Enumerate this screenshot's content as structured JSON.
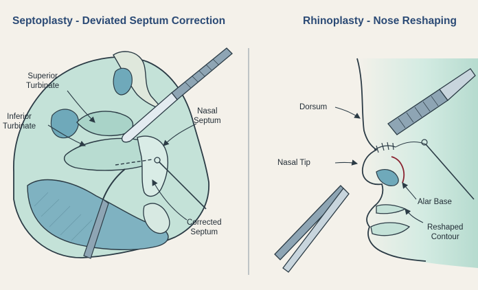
{
  "left_panel": {
    "title": "Septoplasty - Deviated Septum Correction",
    "labels": {
      "superior_turbinate": [
        "Superior",
        "Turbinate"
      ],
      "inferior_turbinate": [
        "Inferior",
        "Turbinate"
      ],
      "nasal_septum": [
        "Nasal",
        "Septum"
      ],
      "corrected_septum": [
        "Corrected",
        "Septum"
      ]
    }
  },
  "right_panel": {
    "title": "Rhinoplasty - Nose Reshaping",
    "labels": {
      "dorsum": [
        "Dorsum"
      ],
      "nasal_tip": [
        "Nasal Tip"
      ],
      "alar_base": [
        "Alar Base"
      ],
      "reshaped_contour": [
        "Reshaped",
        "Contour"
      ]
    }
  },
  "colors": {
    "title": "#2b4a75",
    "tissue": "#bfe0d6",
    "cavity": "#6fa9ba",
    "bone": "#d5e3d4",
    "outline": "#2b3b45",
    "suture": "#8a2330",
    "background": "#f4f1ea"
  },
  "icons": [
    "scalpel-icon",
    "rasp-icon",
    "forceps-icon",
    "curette-icon",
    "suture-needle-icon"
  ]
}
